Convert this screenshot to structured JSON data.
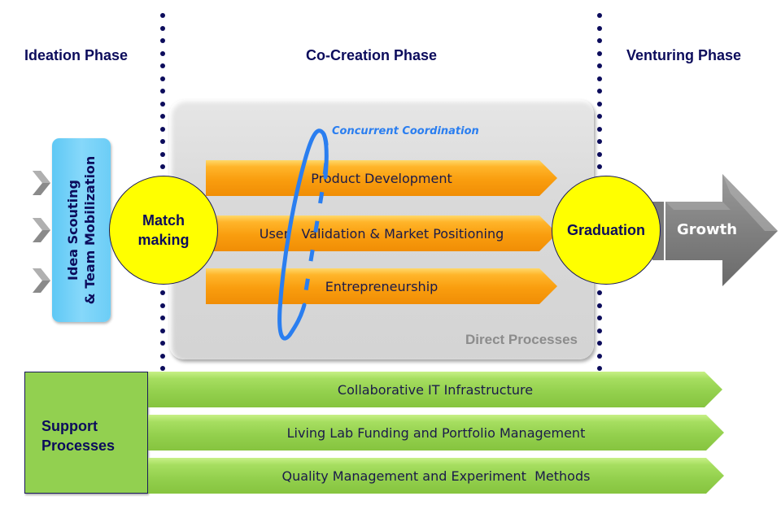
{
  "phases": {
    "ideation": "Ideation Phase",
    "cocreation": "Co-Creation Phase",
    "venturing": "Venturing Phase"
  },
  "ideation": {
    "box_label_line1": "Idea Scouting",
    "box_label_line2": "& Team Mobilization",
    "input_chevrons": 3
  },
  "milestones": {
    "matchmaking_line1": "Match",
    "matchmaking_line2": "making",
    "graduation": "Graduation"
  },
  "direct_processes": {
    "label": "Direct Processes",
    "coordination_label": "Concurrent Coordination",
    "items": [
      {
        "label": "Product Development"
      },
      {
        "label": "User   Validation & Market Positioning"
      },
      {
        "label": "Entrepreneurship"
      }
    ]
  },
  "venturing": {
    "growth_label": "Growth"
  },
  "support_processes": {
    "label_line1": "Support",
    "label_line2": "Processes",
    "items": [
      {
        "label": "Collaborative IT Infrastructure"
      },
      {
        "label": "Living Lab Funding and Portfolio Management"
      },
      {
        "label": "Quality Management and Experiment  Methods"
      }
    ]
  },
  "colors": {
    "phase_text": "#0c0c5c",
    "milestone_fill": "#ffff00",
    "direct_arrow": "#f99d0e",
    "support_arrow": "#92d050",
    "ideation_box": "#7dd4f8",
    "coordination_ring": "#2a7ef0",
    "growth_arrow": "#7f7f7f"
  }
}
